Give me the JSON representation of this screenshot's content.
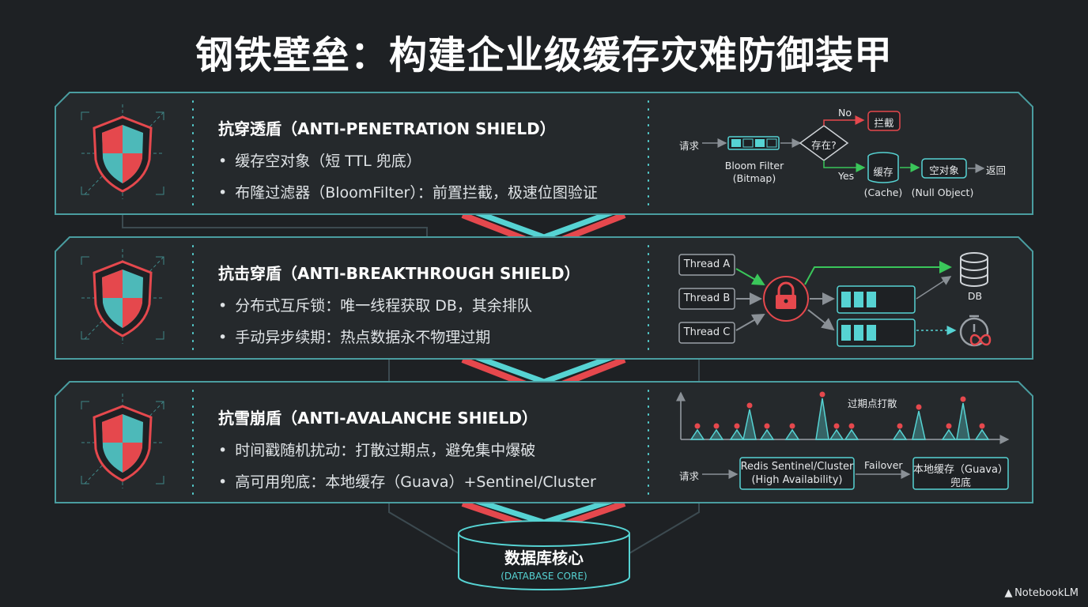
{
  "title": "钢铁壁垒：构建企业级缓存灾难防御装甲",
  "colors": {
    "accent_cyan": "#56d3d3",
    "accent_red": "#e5484d",
    "accent_green": "#3ac65a",
    "background": "#1e2124"
  },
  "panels": [
    {
      "title": "抗穿透盾（ANTI-PENETRATION SHIELD）",
      "bullets": [
        "缓存空对象（短 TTL 兜底）",
        "布隆过滤器（BloomFilter）：前置拦截，极速位图验证"
      ],
      "icon": "shield-icon",
      "diagram": {
        "request": "请求",
        "bloom": "Bloom Filter",
        "bloom_sub": "(Bitmap)",
        "decision": "存在?",
        "no": "No",
        "yes": "Yes",
        "block": "拦截",
        "cache": "缓存",
        "cache_sub": "(Cache)",
        "null_obj": "空对象",
        "null_obj_sub": "(Null Object)",
        "return": "返回"
      }
    },
    {
      "title": "抗击穿盾（ANTI-BREAKTHROUGH SHIELD）",
      "bullets": [
        "分布式互斥锁：唯一线程获取 DB，其余排队",
        "手动异步续期：热点数据永不物理过期"
      ],
      "icon": "shield-icon",
      "diagram": {
        "threads": [
          "Thread A",
          "Thread B",
          "Thread C"
        ],
        "db": "DB",
        "lock_icon": "lock-icon",
        "timer_icon": "infinite-timer-icon"
      }
    },
    {
      "title": "抗雪崩盾（ANTI-AVALANCHE SHIELD）",
      "bullets": [
        "时间戳随机扰动：打散过期点，避免集中爆破",
        "高可用兜底：本地缓存（Guava）+Sentinel/Cluster"
      ],
      "icon": "shield-icon",
      "diagram": {
        "spikes_label": "过期点打散",
        "request": "请求",
        "redis_line1": "Redis Sentinel/Cluster",
        "redis_line2": "(High Availability)",
        "failover": "Failover",
        "local_line1": "本地缓存（Guava）",
        "local_line2": "兜底"
      }
    }
  ],
  "core": {
    "title": "数据库核心",
    "subtitle": "(DATABASE CORE)"
  },
  "brand": "NotebookLM"
}
